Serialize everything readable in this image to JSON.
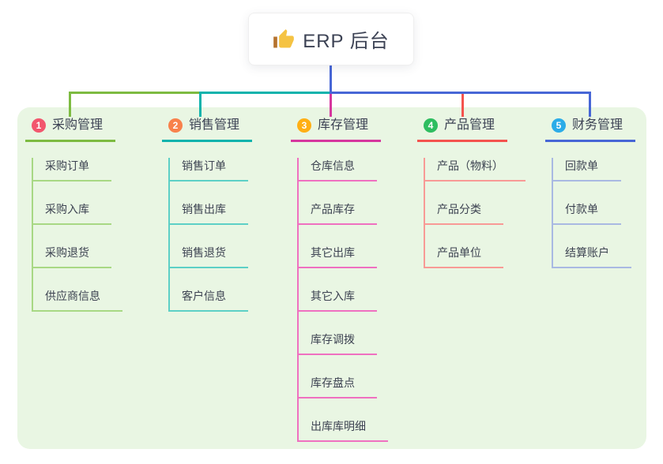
{
  "root": {
    "label": "ERP 后台",
    "icon": "thumbs-up-icon"
  },
  "colors": {
    "panel_bg": "#E9F6E3",
    "trunk_blue": "#4766D6",
    "text": "#3C4254"
  },
  "branches": [
    {
      "num": "1",
      "label": "采购管理",
      "badge_color": "#F2566D",
      "line_color": "#7DBB41",
      "light_color": "#A8D884",
      "items": [
        "采购订单",
        "采购入库",
        "采购退货",
        "供应商信息"
      ]
    },
    {
      "num": "2",
      "label": "销售管理",
      "badge_color": "#F8814B",
      "line_color": "#0EB3AC",
      "light_color": "#5DD0C6",
      "items": [
        "销售订单",
        "销售出库",
        "销售退货",
        "客户信息"
      ]
    },
    {
      "num": "3",
      "label": "库存管理",
      "badge_color": "#FFAF14",
      "line_color": "#D6379E",
      "light_color": "#EF70C0",
      "items": [
        "仓库信息",
        "产品库存",
        "其它出库",
        "其它入库",
        "库存调拨",
        "库存盘点",
        "出库库明细"
      ]
    },
    {
      "num": "4",
      "label": "产品管理",
      "badge_color": "#2EBD60",
      "line_color": "#F4534E",
      "light_color": "#F89A96",
      "items": [
        "产品（物料）",
        "产品分类",
        "产品单位"
      ]
    },
    {
      "num": "5",
      "label": "财务管理",
      "badge_color": "#2BACE8",
      "line_color": "#4766D6",
      "light_color": "#A9B9E2",
      "items": [
        "回款单",
        "付款单",
        "结算账户"
      ]
    }
  ]
}
